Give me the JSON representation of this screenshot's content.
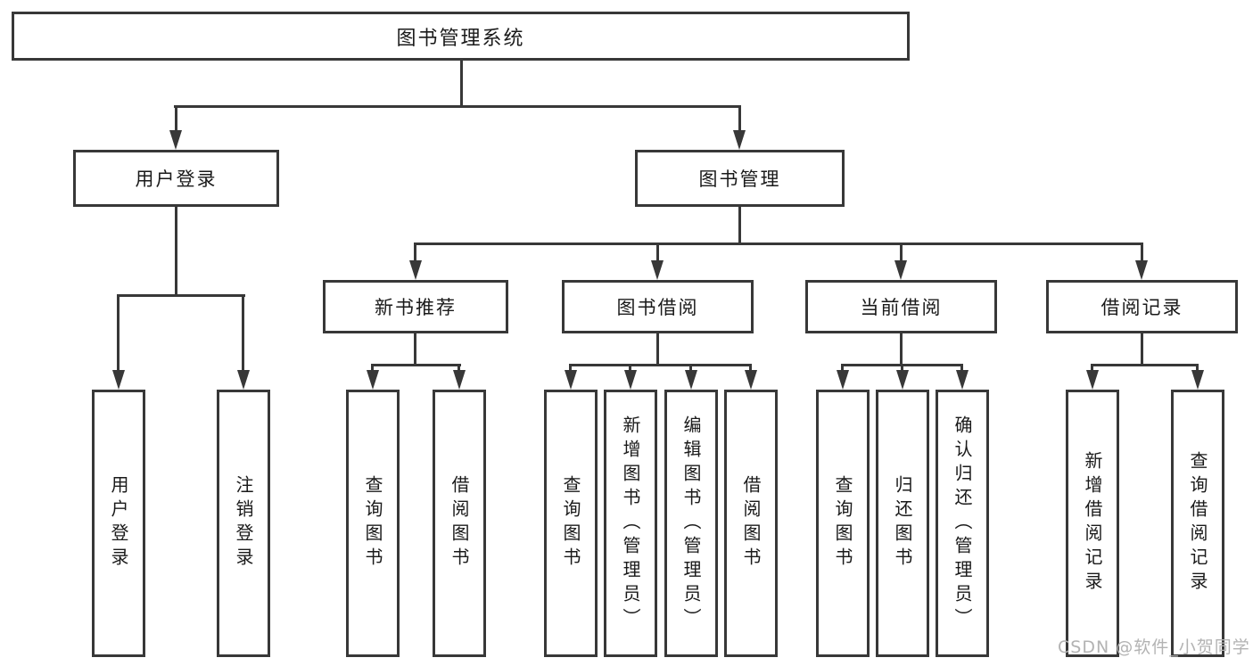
{
  "root": {
    "label": "图书管理系统"
  },
  "level1": {
    "user_login": {
      "label": "用户登录"
    },
    "book_management": {
      "label": "图书管理"
    }
  },
  "level2": {
    "new_book_recommend": {
      "label": "新书推荐"
    },
    "book_borrowing": {
      "label": "图书借阅"
    },
    "current_borrowing": {
      "label": "当前借阅"
    },
    "borrowing_records": {
      "label": "借阅记录"
    }
  },
  "leaves": {
    "user_login": [
      "用户登录",
      "注销登录"
    ],
    "new_book_recommend": [
      "查询图书",
      "借阅图书"
    ],
    "book_borrowing": [
      "查询图书",
      "新增图书（管理员）",
      "编辑图书（管理员）",
      "借阅图书"
    ],
    "current_borrowing": [
      "查询图书",
      "归还图书",
      "确认归还（管理员）"
    ],
    "borrowing_records": [
      "新增借阅记录",
      "查询借阅记录"
    ]
  },
  "watermark": "CSDN @软件_小贺同学",
  "colors": {
    "line": "#383838",
    "box_border": "#383838",
    "box_background": "#ffffff",
    "text": "#1a1a1a",
    "watermark": "#b3b3b3",
    "page_background": "#ffffff"
  }
}
